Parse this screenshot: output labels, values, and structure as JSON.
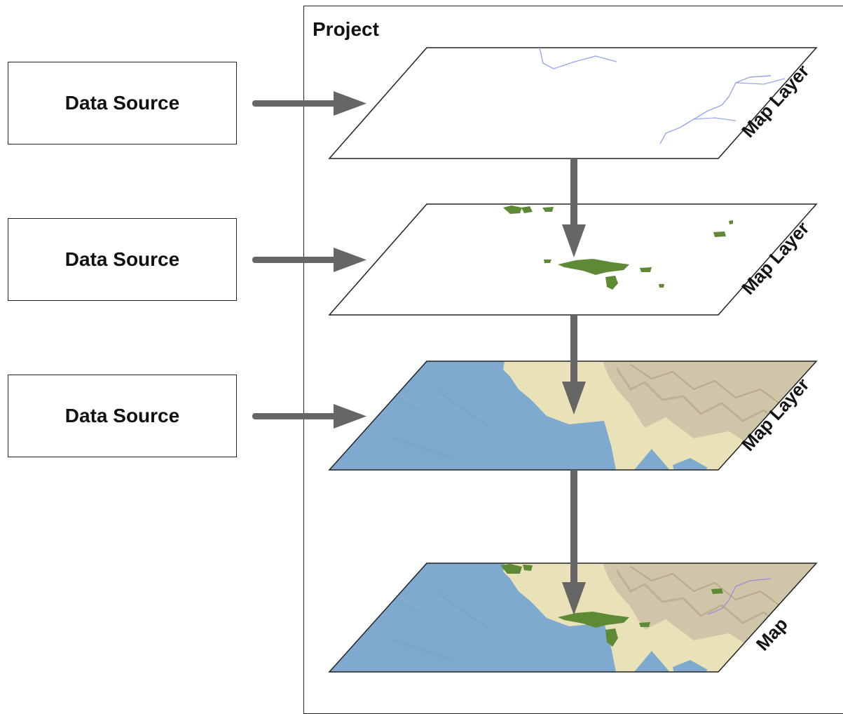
{
  "project": {
    "label": "Project"
  },
  "sources": [
    {
      "label": "Data Source"
    },
    {
      "label": "Data Source"
    },
    {
      "label": "Data Source"
    }
  ],
  "layers": [
    {
      "label": "Map Layer",
      "content": "rivers"
    },
    {
      "label": "Map Layer",
      "content": "green-areas"
    },
    {
      "label": "Map Layer",
      "content": "terrain-basemap"
    },
    {
      "label": "Map",
      "content": "composite"
    }
  ],
  "colors": {
    "arrow": "#666666",
    "outline": "#222222",
    "water": "#7fa9cf",
    "land": "#e9e2b9",
    "relief": "#cdbfa6",
    "green": "#5e8a36",
    "river": "#9aa6f0"
  }
}
